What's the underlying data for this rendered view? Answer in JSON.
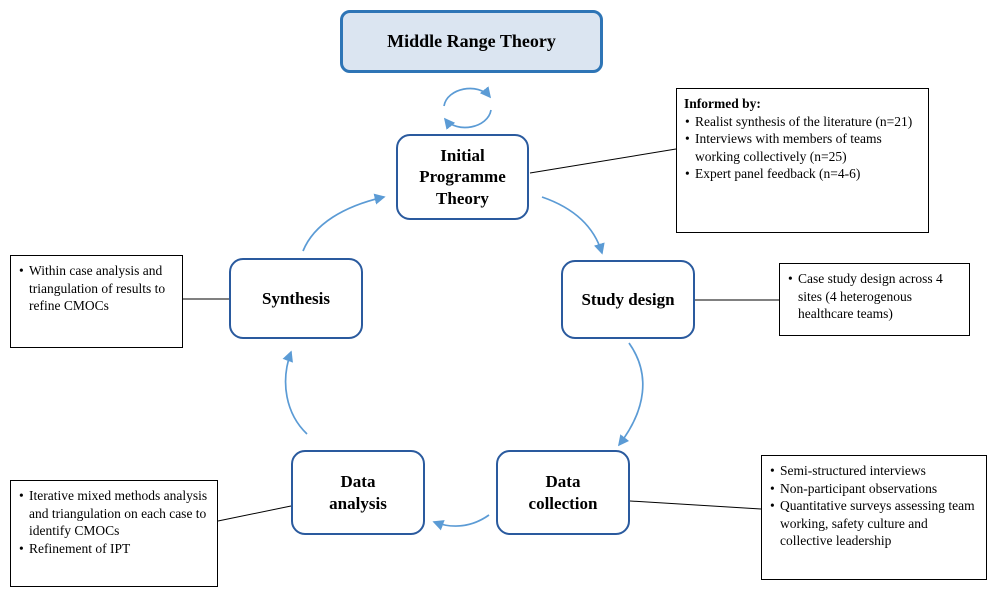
{
  "diagram": {
    "nodes": {
      "middle_range_theory": {
        "label": "Middle Range Theory"
      },
      "initial_programme_theory": {
        "label": "Initial Programme Theory"
      },
      "study_design": {
        "label": "Study design"
      },
      "synthesis": {
        "label": "Synthesis"
      },
      "data_collection": {
        "label": "Data collection"
      },
      "data_analysis": {
        "label": "Data analysis"
      }
    },
    "annotations": {
      "informed_by": {
        "title": "Informed by:",
        "bullets": [
          "Realist synthesis of the literature (n=21)",
          "Interviews with members of teams working collectively (n=25)",
          "Expert panel feedback (n=4-6)"
        ]
      },
      "study_design_note": {
        "bullets": [
          "Case study design across 4 sites (4 heterogenous healthcare teams)"
        ]
      },
      "synthesis_note": {
        "bullets": [
          "Within case analysis and triangulation of results to refine CMOCs"
        ]
      },
      "data_collection_note": {
        "bullets": [
          "Semi-structured interviews",
          "Non-participant observations",
          "Quantitative surveys assessing team working, safety culture and collective leadership"
        ]
      },
      "data_analysis_note": {
        "bullets": [
          "Iterative mixed methods analysis and triangulation on each case to identify CMOCs",
          "Refinement of IPT"
        ]
      }
    },
    "colors": {
      "node_border": "#2a5a9e",
      "mrt_border": "#2e75b6",
      "mrt_fill": "#dbe5f1",
      "arrow": "#5b9bd5",
      "note_border": "#000000",
      "text": "#000000"
    }
  }
}
